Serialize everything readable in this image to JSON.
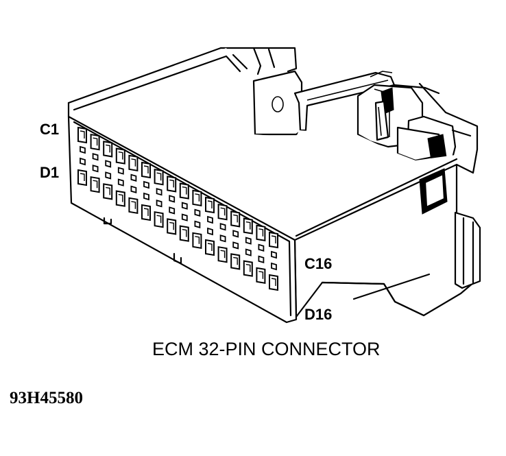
{
  "labels": {
    "c1": "C1",
    "d1": "D1",
    "c16": "C16",
    "d16": "D16"
  },
  "caption": "ECM 32-PIN CONNECTOR",
  "figure_id": "93H45580",
  "connector": {
    "pin_count": 32,
    "rows": [
      "C",
      "D"
    ],
    "pins_per_row": 16
  }
}
